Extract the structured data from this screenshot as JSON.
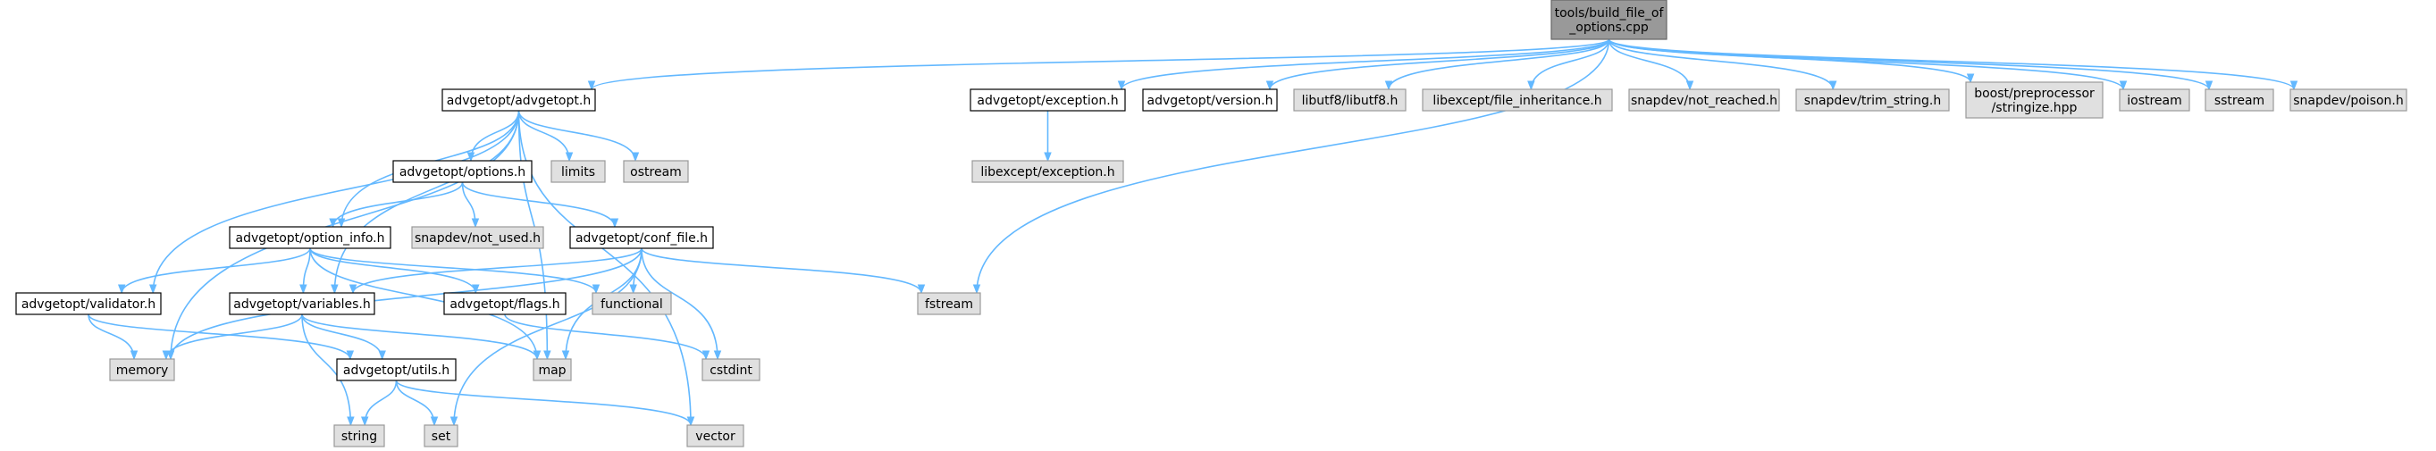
{
  "diagram": {
    "nodes": [
      {
        "id": "root",
        "lines": [
          "tools/build_file_of",
          "_options.cpp"
        ],
        "kind": "root"
      },
      {
        "id": "advgetopt_h",
        "lines": [
          "advgetopt/advgetopt.h"
        ],
        "kind": "local"
      },
      {
        "id": "exception_h",
        "lines": [
          "advgetopt/exception.h"
        ],
        "kind": "local"
      },
      {
        "id": "version_h",
        "lines": [
          "advgetopt/version.h"
        ],
        "kind": "local"
      },
      {
        "id": "libutf8",
        "lines": [
          "libutf8/libutf8.h"
        ],
        "kind": "system"
      },
      {
        "id": "file_inheritance",
        "lines": [
          "libexcept/file_inheritance.h"
        ],
        "kind": "system"
      },
      {
        "id": "not_reached",
        "lines": [
          "snapdev/not_reached.h"
        ],
        "kind": "system"
      },
      {
        "id": "trim_string",
        "lines": [
          "snapdev/trim_string.h"
        ],
        "kind": "system"
      },
      {
        "id": "stringize",
        "lines": [
          "boost/preprocessor",
          "/stringize.hpp"
        ],
        "kind": "system"
      },
      {
        "id": "iostream",
        "lines": [
          "iostream"
        ],
        "kind": "system"
      },
      {
        "id": "sstream",
        "lines": [
          "sstream"
        ],
        "kind": "system"
      },
      {
        "id": "poison",
        "lines": [
          "snapdev/poison.h"
        ],
        "kind": "system"
      },
      {
        "id": "libexcept_exception",
        "lines": [
          "libexcept/exception.h"
        ],
        "kind": "system"
      },
      {
        "id": "options_h",
        "lines": [
          "advgetopt/options.h"
        ],
        "kind": "local"
      },
      {
        "id": "limits",
        "lines": [
          "limits"
        ],
        "kind": "system"
      },
      {
        "id": "ostream",
        "lines": [
          "ostream"
        ],
        "kind": "system"
      },
      {
        "id": "option_info_h",
        "lines": [
          "advgetopt/option_info.h"
        ],
        "kind": "local"
      },
      {
        "id": "not_used",
        "lines": [
          "snapdev/not_used.h"
        ],
        "kind": "system"
      },
      {
        "id": "conf_file_h",
        "lines": [
          "advgetopt/conf_file.h"
        ],
        "kind": "local"
      },
      {
        "id": "validator_h",
        "lines": [
          "advgetopt/validator.h"
        ],
        "kind": "local"
      },
      {
        "id": "variables_h",
        "lines": [
          "advgetopt/variables.h"
        ],
        "kind": "local"
      },
      {
        "id": "flags_h",
        "lines": [
          "advgetopt/flags.h"
        ],
        "kind": "local"
      },
      {
        "id": "functional",
        "lines": [
          "functional"
        ],
        "kind": "system"
      },
      {
        "id": "fstream",
        "lines": [
          "fstream"
        ],
        "kind": "system"
      },
      {
        "id": "memory",
        "lines": [
          "memory"
        ],
        "kind": "system"
      },
      {
        "id": "map",
        "lines": [
          "map"
        ],
        "kind": "system"
      },
      {
        "id": "cstdint",
        "lines": [
          "cstdint"
        ],
        "kind": "system"
      },
      {
        "id": "utils_h",
        "lines": [
          "advgetopt/utils.h"
        ],
        "kind": "local"
      },
      {
        "id": "string",
        "lines": [
          "string"
        ],
        "kind": "system"
      },
      {
        "id": "set",
        "lines": [
          "set"
        ],
        "kind": "system"
      },
      {
        "id": "vector",
        "lines": [
          "vector"
        ],
        "kind": "system"
      }
    ],
    "edges": [
      [
        "root",
        "advgetopt_h"
      ],
      [
        "root",
        "exception_h"
      ],
      [
        "root",
        "version_h"
      ],
      [
        "root",
        "libutf8"
      ],
      [
        "root",
        "file_inheritance"
      ],
      [
        "root",
        "not_reached"
      ],
      [
        "root",
        "trim_string"
      ],
      [
        "root",
        "stringize"
      ],
      [
        "root",
        "iostream"
      ],
      [
        "root",
        "sstream"
      ],
      [
        "root",
        "poison"
      ],
      [
        "root",
        "fstream"
      ],
      [
        "exception_h",
        "libexcept_exception"
      ],
      [
        "advgetopt_h",
        "options_h"
      ],
      [
        "advgetopt_h",
        "limits"
      ],
      [
        "advgetopt_h",
        "ostream"
      ],
      [
        "advgetopt_h",
        "option_info_h"
      ],
      [
        "advgetopt_h",
        "validator_h"
      ],
      [
        "advgetopt_h",
        "variables_h"
      ],
      [
        "advgetopt_h",
        "memory"
      ],
      [
        "advgetopt_h",
        "map"
      ],
      [
        "advgetopt_h",
        "vector"
      ],
      [
        "options_h",
        "option_info_h"
      ],
      [
        "options_h",
        "not_used"
      ],
      [
        "options_h",
        "conf_file_h"
      ],
      [
        "option_info_h",
        "validator_h"
      ],
      [
        "option_info_h",
        "variables_h"
      ],
      [
        "option_info_h",
        "flags_h"
      ],
      [
        "option_info_h",
        "functional"
      ],
      [
        "option_info_h",
        "map"
      ],
      [
        "conf_file_h",
        "variables_h"
      ],
      [
        "conf_file_h",
        "functional"
      ],
      [
        "conf_file_h",
        "fstream"
      ],
      [
        "conf_file_h",
        "memory"
      ],
      [
        "conf_file_h",
        "map"
      ],
      [
        "conf_file_h",
        "cstdint"
      ],
      [
        "conf_file_h",
        "set"
      ],
      [
        "validator_h",
        "memory"
      ],
      [
        "validator_h",
        "utils_h"
      ],
      [
        "variables_h",
        "memory"
      ],
      [
        "variables_h",
        "map"
      ],
      [
        "variables_h",
        "utils_h"
      ],
      [
        "variables_h",
        "string"
      ],
      [
        "flags_h",
        "cstdint"
      ],
      [
        "utils_h",
        "string"
      ],
      [
        "utils_h",
        "set"
      ],
      [
        "utils_h",
        "vector"
      ]
    ],
    "colors": {
      "root_fill": "#999999",
      "root_stroke": "#666666",
      "local_fill": "#ffffff",
      "local_stroke": "#000000",
      "system_fill": "#e0e0e0",
      "system_stroke": "#999999",
      "edge": "#63b8ff"
    }
  }
}
